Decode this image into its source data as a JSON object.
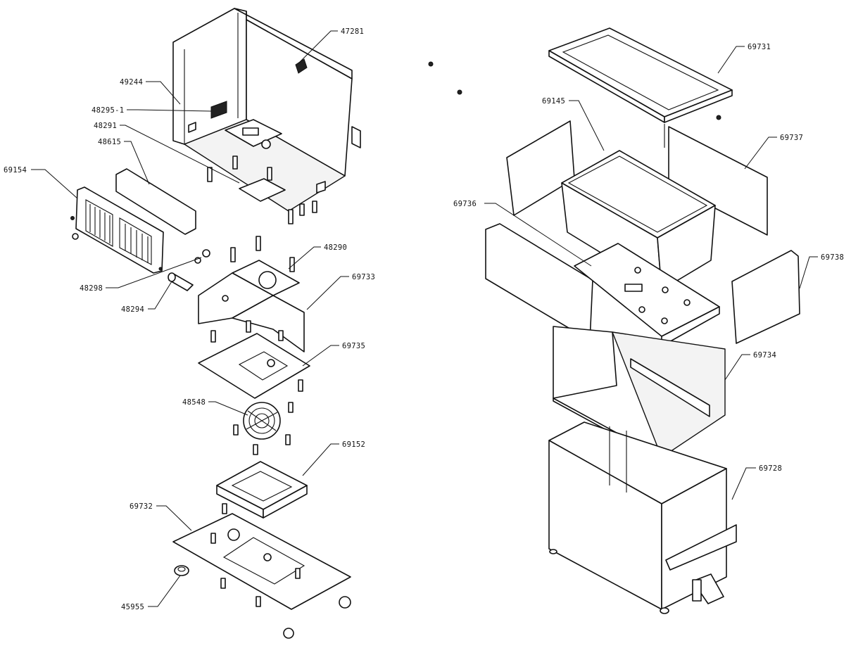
{
  "diagram": {
    "type": "exploded-assembly-drawing",
    "callouts": {
      "c47281": "47281",
      "c49244": "49244",
      "c48295_1": "48295-1",
      "c48291": "48291",
      "c48615": "48615",
      "c69154": "69154",
      "c48290": "48290",
      "c69733": "69733",
      "c48298": "48298",
      "c48294": "48294",
      "c69735": "69735",
      "c48548": "48548",
      "c69152": "69152",
      "c69732": "69732",
      "c45955": "45955",
      "c69731": "69731",
      "c69145": "69145",
      "c69737": "69737",
      "c69736": "69736",
      "c69738": "69738",
      "c69734": "69734",
      "c69728": "69728"
    }
  }
}
